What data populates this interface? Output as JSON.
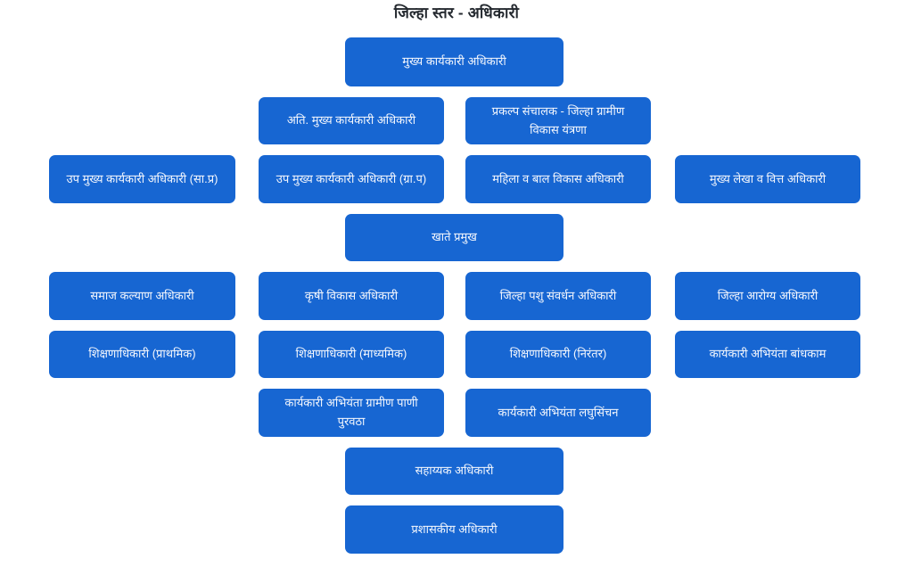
{
  "page": {
    "title": "जिल्हा स्तर - अधिकारी"
  },
  "theme": {
    "node_background": "#1766d2",
    "node_text_color": "#f4f7fd",
    "title_color": "#24292f",
    "page_background": "#ffffff"
  },
  "org": {
    "nodes": [
      {
        "label": "मुख्य कार्यकारी अधिकारी"
      },
      {
        "label": "अति. मुख्य कार्यकारी अधिकारी"
      },
      {
        "label": "प्रकल्प संचालक - जिल्हा ग्रामीण विकास यंत्रणा"
      },
      {
        "label": "उप मुख्य कार्यकारी अधिकारी (सा.प्र)"
      },
      {
        "label": "उप मुख्य कार्यकारी अधिकारी (ग्रा.प)"
      },
      {
        "label": "महिला व बाल विकास अधिकारी"
      },
      {
        "label": "मुख्य लेखा व वित्त अधिकारी"
      },
      {
        "label": "खाते प्रमुख"
      },
      {
        "label": "समाज कल्याण अधिकारी"
      },
      {
        "label": "कृषी विकास अधिकारी"
      },
      {
        "label": "जिल्हा पशु संवर्धन अधिकारी"
      },
      {
        "label": "जिल्हा आरोग्य अधिकारी"
      },
      {
        "label": "शिक्षणाधिकारी (प्राथमिक)"
      },
      {
        "label": "शिक्षणाधिकारी (माध्यमिक)"
      },
      {
        "label": "शिक्षणाधिकारी (निरंतर)"
      },
      {
        "label": "कार्यकारी अभियंता बांधकाम"
      },
      {
        "label": "कार्यकारी अभियंता ग्रामीण पाणी पुरवठा"
      },
      {
        "label": "कार्यकारी अभियंता लघुसिंचन"
      },
      {
        "label": "सहाय्यक अधिकारी"
      },
      {
        "label": "प्रशासकीय अधिकारी"
      }
    ]
  }
}
